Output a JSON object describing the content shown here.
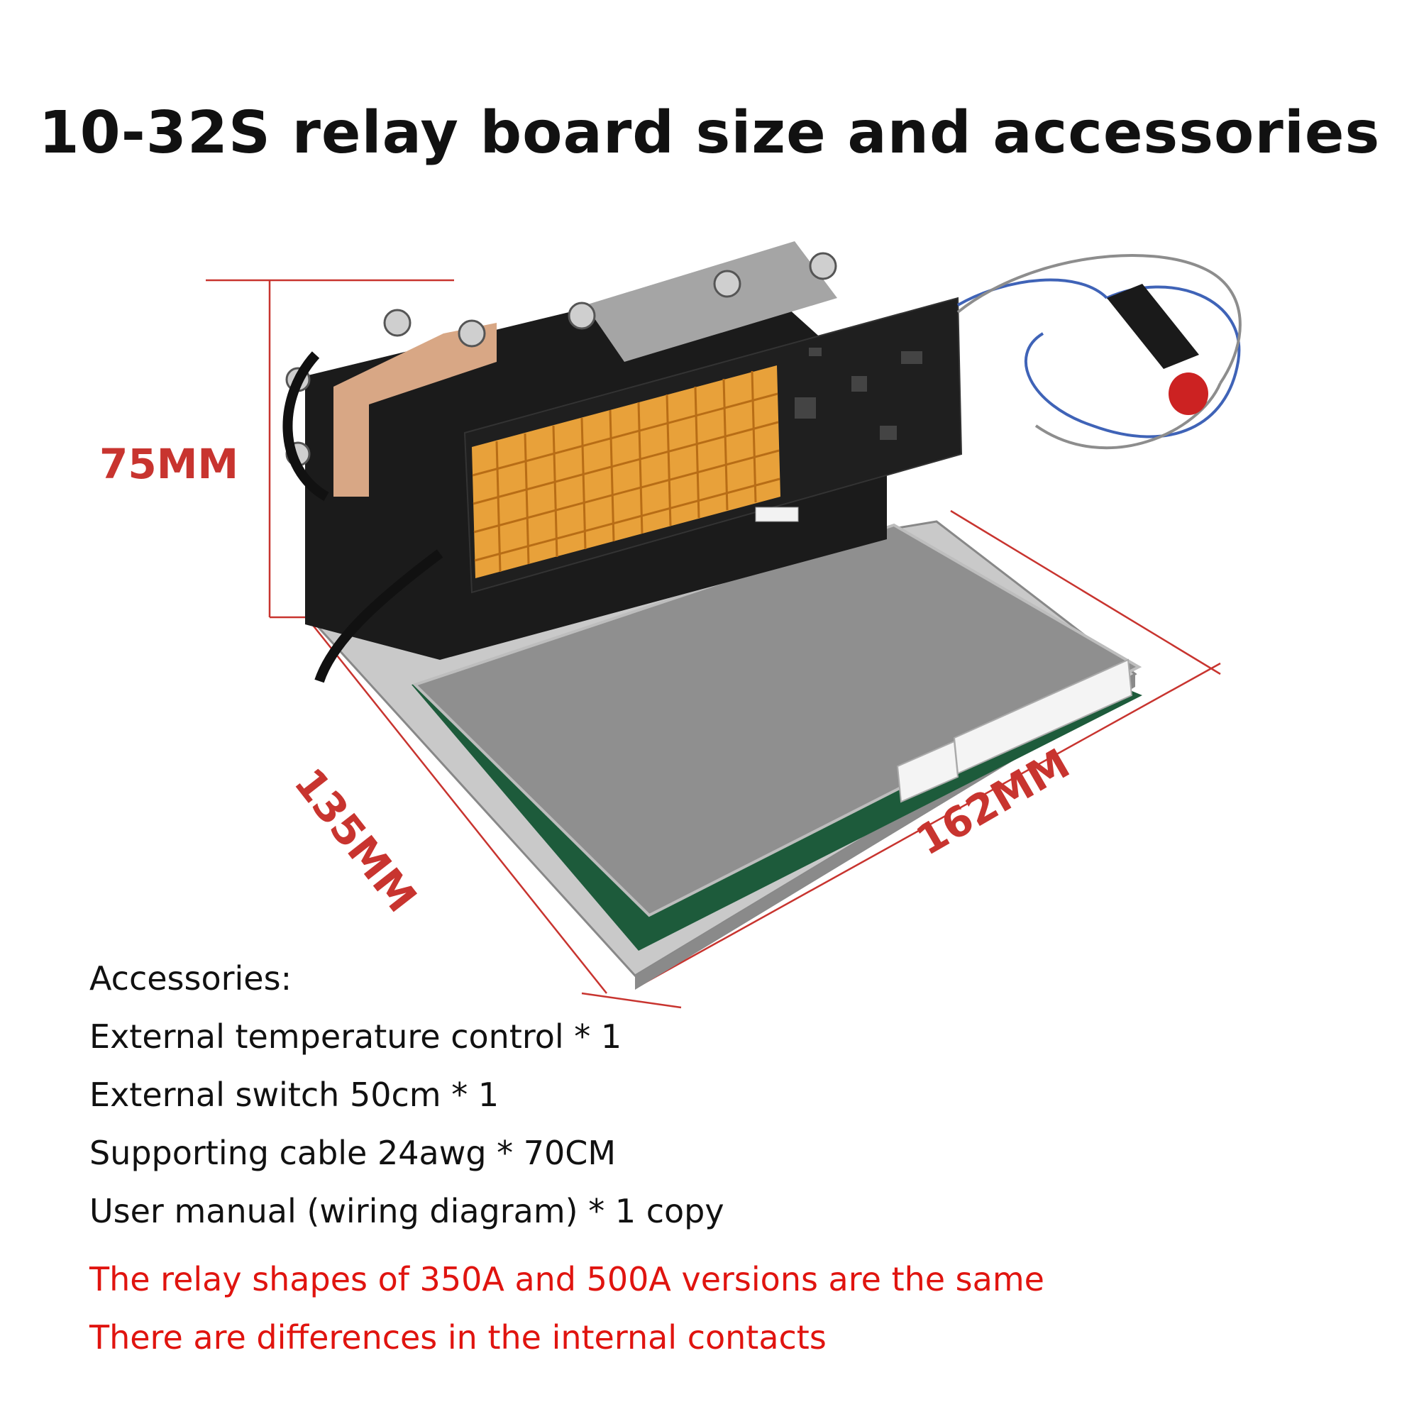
{
  "title": "10-32S relay board size and accessories",
  "dimensions": {
    "height": "75MM",
    "depth": "135MM",
    "width": "162MM"
  },
  "accessories": {
    "heading": "Accessories:",
    "items": [
      "External temperature control * 1",
      "External switch 50cm * 1",
      "Supporting cable 24awg * 70CM",
      "User manual (wiring diagram) * 1 copy"
    ]
  },
  "notes": [
    "The relay shapes of 350A and 500A versions are the same",
    "There are differences in the internal contacts"
  ],
  "colors": {
    "dimension": "#c8342f",
    "note": "#e0140f",
    "heatsink": "#e8a13a",
    "pcb": "#1d5b3b"
  }
}
